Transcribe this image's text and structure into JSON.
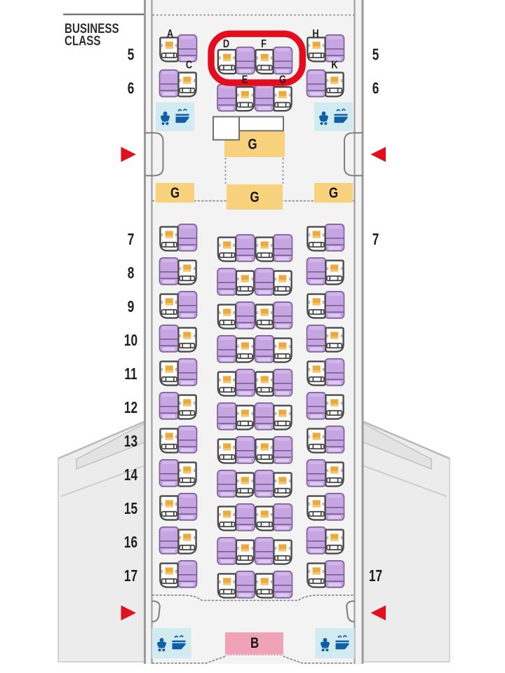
{
  "title": {
    "lines": [
      "BUSINESS",
      "CLASS"
    ]
  },
  "deck": {
    "rows": [
      {
        "row": "5",
        "left_label": "5",
        "right_label": "5",
        "seats": [
          "A",
          "D",
          "F",
          "H"
        ],
        "letters_shown": true
      },
      {
        "row": "6",
        "left_label": "6",
        "right_label": "6",
        "seats": [
          "C",
          "E",
          "G",
          "K"
        ],
        "letters_shown": true
      },
      {
        "row": "7",
        "left_label": "7",
        "right_label": "7",
        "seats": [
          "A",
          "D",
          "F",
          "H"
        ],
        "letters_shown": false
      },
      {
        "row": "8",
        "left_label": "8",
        "right_label": "",
        "seats": [
          "C",
          "E",
          "G",
          "K"
        ],
        "letters_shown": false
      },
      {
        "row": "9",
        "left_label": "9",
        "right_label": "",
        "seats": [
          "A",
          "D",
          "F",
          "H"
        ],
        "letters_shown": false
      },
      {
        "row": "10",
        "left_label": "10",
        "right_label": "",
        "seats": [
          "C",
          "E",
          "G",
          "K"
        ],
        "letters_shown": false
      },
      {
        "row": "11",
        "left_label": "11",
        "right_label": "",
        "seats": [
          "A",
          "D",
          "F",
          "H"
        ],
        "letters_shown": false
      },
      {
        "row": "12",
        "left_label": "12",
        "right_label": "",
        "seats": [
          "C",
          "E",
          "G",
          "K"
        ],
        "letters_shown": false
      },
      {
        "row": "13",
        "left_label": "13",
        "right_label": "",
        "seats": [
          "A",
          "D",
          "F",
          "H"
        ],
        "letters_shown": false
      },
      {
        "row": "14",
        "left_label": "14",
        "right_label": "",
        "seats": [
          "C",
          "E",
          "G",
          "K"
        ],
        "letters_shown": false
      },
      {
        "row": "15",
        "left_label": "15",
        "right_label": "",
        "seats": [
          "A",
          "D",
          "F",
          "H"
        ],
        "letters_shown": false
      },
      {
        "row": "16",
        "left_label": "16",
        "right_label": "",
        "seats": [
          "C",
          "E",
          "G",
          "K"
        ],
        "letters_shown": false
      },
      {
        "row": "17",
        "left_label": "17",
        "right_label": "17",
        "seats": [
          "A",
          "D",
          "F",
          "H"
        ],
        "letters_shown": false
      }
    ]
  },
  "facilities": {
    "galleys": [
      {
        "id": "galley-left",
        "label": "G"
      },
      {
        "id": "galley-center-top",
        "label": "G"
      },
      {
        "id": "galley-center-bottom",
        "label": "G"
      },
      {
        "id": "galley-right",
        "label": "G"
      }
    ],
    "bassinet": {
      "label": "B"
    },
    "lavatories": [
      {
        "id": "lav-front-left"
      },
      {
        "id": "lav-front-right"
      },
      {
        "id": "lav-rear-left"
      },
      {
        "id": "lav-rear-right"
      }
    ],
    "exits": 4
  },
  "annotation": {
    "shape": "rounded-rectangle",
    "highlighted_seats": [
      "5D",
      "5F"
    ],
    "color": "#e30d1d"
  },
  "colors": {
    "seat_purple": "#c7a5e2",
    "seat_cushion": "#eda93c",
    "lavatory_cyan": "#cfeaf0",
    "lavatory_icon_blue": "#0e5fa6",
    "galley_yellow": "#f8d17d",
    "bassinet_pink": "#f0a2b6",
    "exit_red": "#e0111c",
    "cabin_gray": "#f3f3f3"
  }
}
